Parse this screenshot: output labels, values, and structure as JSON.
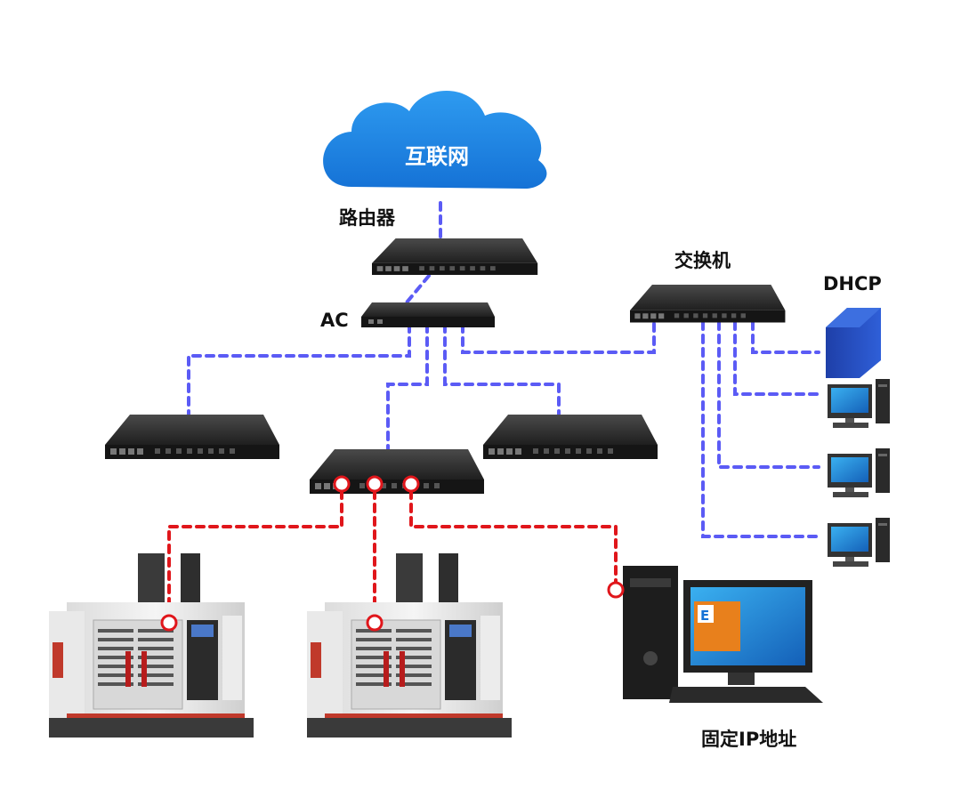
{
  "cloud": {
    "label": "互联网"
  },
  "labels": {
    "router": "路由器",
    "ac": "AC",
    "switch": "交换机",
    "dhcp": "DHCP",
    "fixed_ip": "固定IP地址"
  },
  "colors": {
    "cloud": "#1e88e5",
    "wired_link": "#5b5bf5",
    "machine_link": "#e0161b",
    "device_body": "#2b2b2b"
  },
  "icons": [
    "cloud-icon",
    "router-icon",
    "ac-icon",
    "switch-icon",
    "access-point-icon",
    "server-icon",
    "desktop-computer-icon",
    "cnc-machine-icon"
  ]
}
